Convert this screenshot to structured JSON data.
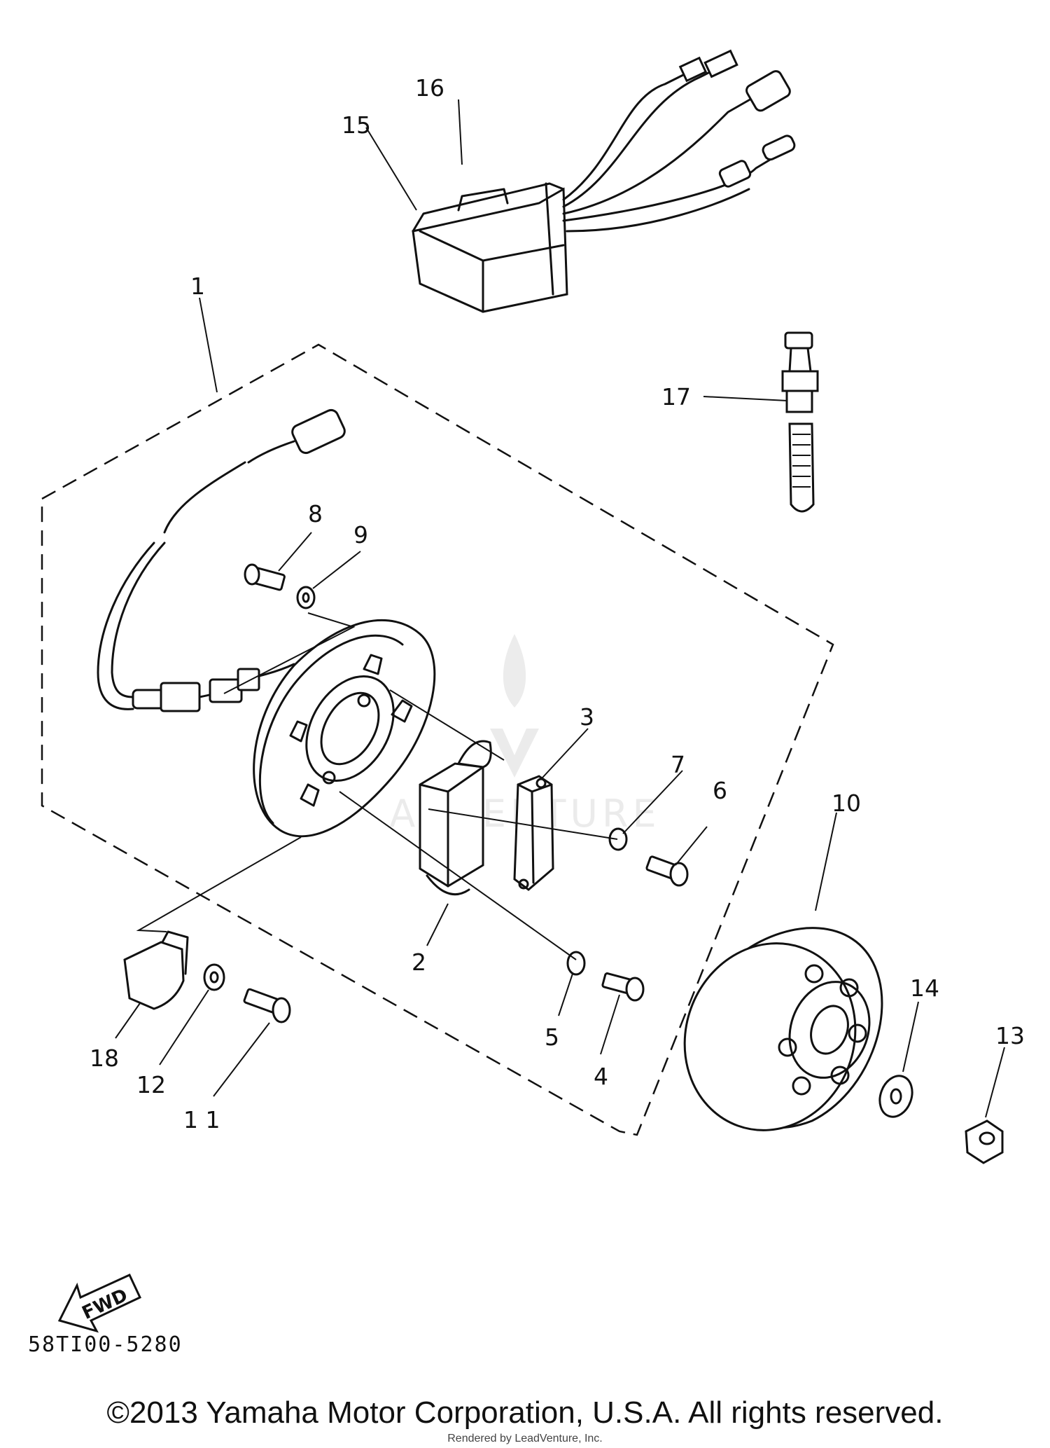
{
  "diagram": {
    "callouts": [
      {
        "id": "1",
        "label": "1"
      },
      {
        "id": "2",
        "label": "2"
      },
      {
        "id": "3",
        "label": "3"
      },
      {
        "id": "4",
        "label": "4"
      },
      {
        "id": "5",
        "label": "5"
      },
      {
        "id": "6",
        "label": "6"
      },
      {
        "id": "7",
        "label": "7"
      },
      {
        "id": "8",
        "label": "8"
      },
      {
        "id": "9",
        "label": "9"
      },
      {
        "id": "10",
        "label": "10"
      },
      {
        "id": "11",
        "label": "1 1"
      },
      {
        "id": "12",
        "label": "12"
      },
      {
        "id": "13",
        "label": "13"
      },
      {
        "id": "14",
        "label": "14"
      },
      {
        "id": "15",
        "label": "15"
      },
      {
        "id": "16",
        "label": "16"
      },
      {
        "id": "17",
        "label": "17"
      },
      {
        "id": "18",
        "label": "18"
      }
    ],
    "fwd_arrow_label": "FWD",
    "watermark_text": "ADVENTURE",
    "part_code": "58TI00-5280"
  },
  "footer": {
    "copyright": "©2013 Yamaha Motor Corporation, U.S.A. All rights reserved.",
    "rendered_by": "Rendered by LeadVenture, Inc."
  }
}
